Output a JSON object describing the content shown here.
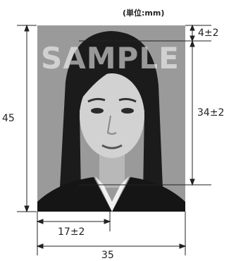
{
  "unit_label": "(単位:mm)",
  "watermark": "SAMPLE",
  "dimensions": {
    "height_total": "45",
    "top_margin": "4±2",
    "head_height": "34±2",
    "center_offset": "17±2",
    "width_total": "35"
  },
  "colors": {
    "background": "#9a9a9a",
    "line": "#222222"
  }
}
